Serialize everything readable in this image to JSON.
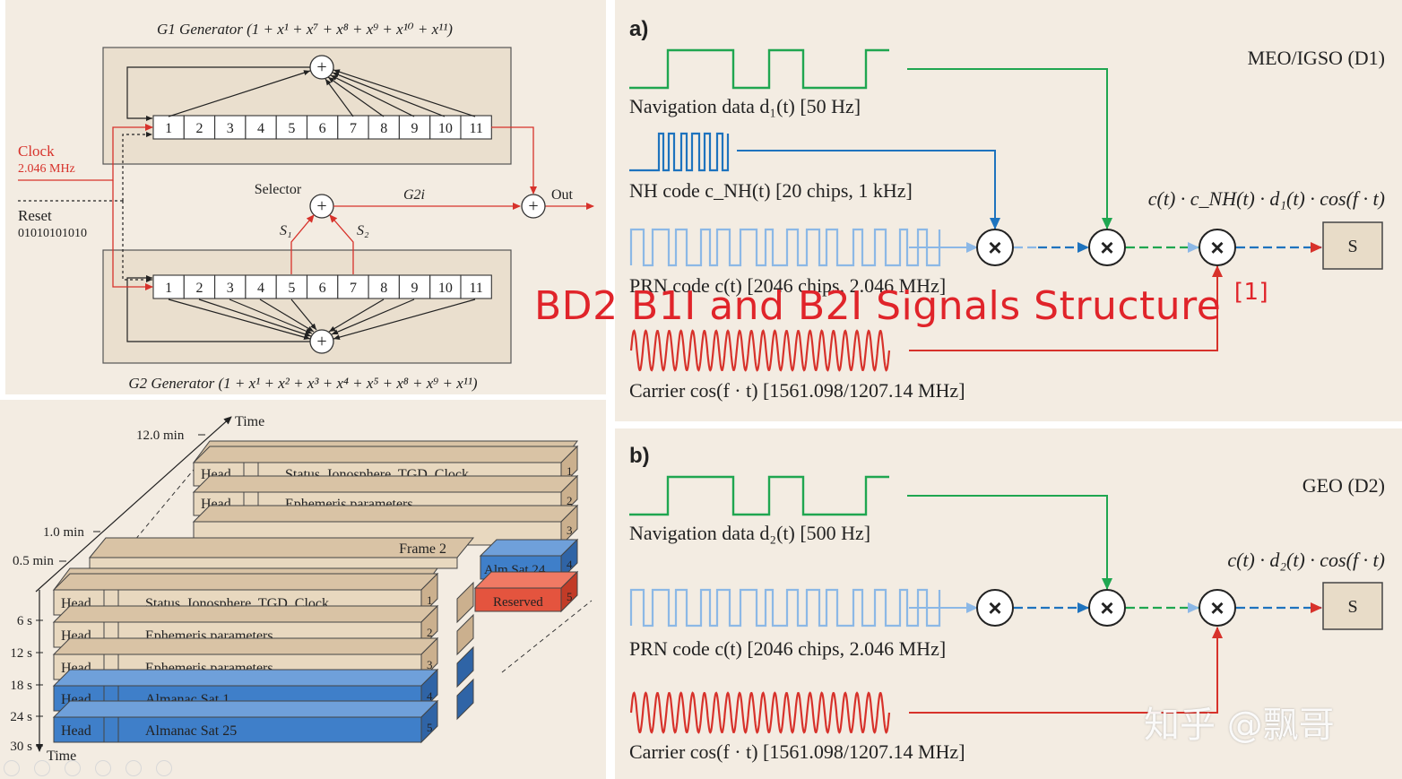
{
  "g1": {
    "title": "G1 Generator (1 + x¹ + x⁷ + x⁸ + x⁹ + x¹⁰ + x¹¹)",
    "cells": [
      "1",
      "2",
      "3",
      "4",
      "5",
      "6",
      "7",
      "8",
      "9",
      "10",
      "11"
    ]
  },
  "g2": {
    "title": "G2 Generator (1 + x¹ + x² + x³ + x⁴ + x⁵ + x⁸ + x⁹ + x¹¹)",
    "cells": [
      "1",
      "2",
      "3",
      "4",
      "5",
      "6",
      "7",
      "8",
      "9",
      "10",
      "11"
    ]
  },
  "clock": {
    "label": "Clock",
    "freq": "2.046 MHz"
  },
  "reset": {
    "label": "Reset",
    "value": "01010101010"
  },
  "selector": {
    "label": "Selector",
    "s1": "S₁",
    "s2": "S₂",
    "out_name": "G2i",
    "out": "Out",
    "plus": "+"
  },
  "frames": {
    "time_axis": "Time",
    "time_bottom": "Time",
    "top_ticks": [
      "12.0 min",
      "1.0 min",
      "0.5 min"
    ],
    "left_ticks": [
      "6 s",
      "12 s",
      "18 s",
      "24 s",
      "30 s"
    ],
    "frame24": {
      "title": "Frame 24",
      "rows": [
        {
          "head": "Head",
          "text": "Status, Ionosphere, TGD, Clock",
          "num": "1"
        },
        {
          "head": "Head",
          "text": "Ephemeris parameters",
          "num": "2"
        }
      ],
      "nums": [
        "3",
        "4",
        "5"
      ],
      "alm": "Alm Sat 24",
      "reserved": "Reserved"
    },
    "frame2": {
      "title": "Frame 2"
    },
    "frame1": {
      "title": "Frame 1",
      "rows": [
        {
          "head": "Head",
          "text": "Status, Ionosphere, TGD, Clock",
          "num": "1"
        },
        {
          "head": "Head",
          "text": "Ephemeris parameters",
          "num": "2"
        },
        {
          "head": "Head",
          "text": "Ephemeris parameters",
          "num": "3"
        },
        {
          "head": "Head",
          "text": "Almanac Sat 1",
          "num": "4"
        },
        {
          "head": "Head",
          "text": "Almanac Sat 25",
          "num": "5"
        }
      ]
    }
  },
  "panel_a": {
    "letter": "a)",
    "mode": "MEO/IGSO (D1)",
    "nav": "Navigation data d₁(t) [50 Hz]",
    "nh": "NH code c_NH(t) [20 chips, 1 kHz]",
    "prn": "PRN code c(t) [2046 chips, 2.046 MHz]",
    "carrier": "Carrier cos(f · t) [1561.098/1207.14 MHz]",
    "formula": "c(t) · c_NH(t) · d₁(t) · cos(f · t)",
    "out": "S",
    "mult": "×"
  },
  "panel_b": {
    "letter": "b)",
    "mode": "GEO (D2)",
    "nav": "Navigation data d₂(t) [500 Hz]",
    "prn": "PRN code c(t) [2046 chips, 2.046 MHz]",
    "carrier": "Carrier cos(f · t) [1561.098/1207.14 MHz]",
    "formula": "c(t) · d₂(t) · cos(f · t)",
    "out": "S",
    "mult": "×"
  },
  "overlay": {
    "title": "BD2 B1I and B2I Signals Structure ",
    "ref": "[1]"
  },
  "watermark": "知乎 @飘哥",
  "colors": {
    "panel_bg": "#f3ece2",
    "gen_box": "#eadfce",
    "tan": "#d9c3a5",
    "blue": "#3f7fc9",
    "red": "#e4543e",
    "nav_green": "#1fa650",
    "nh_blue": "#1e73be",
    "prn_blue": "#8cb8e6",
    "carrier_red": "#d7322b",
    "overlay_red": "#e0242a"
  }
}
